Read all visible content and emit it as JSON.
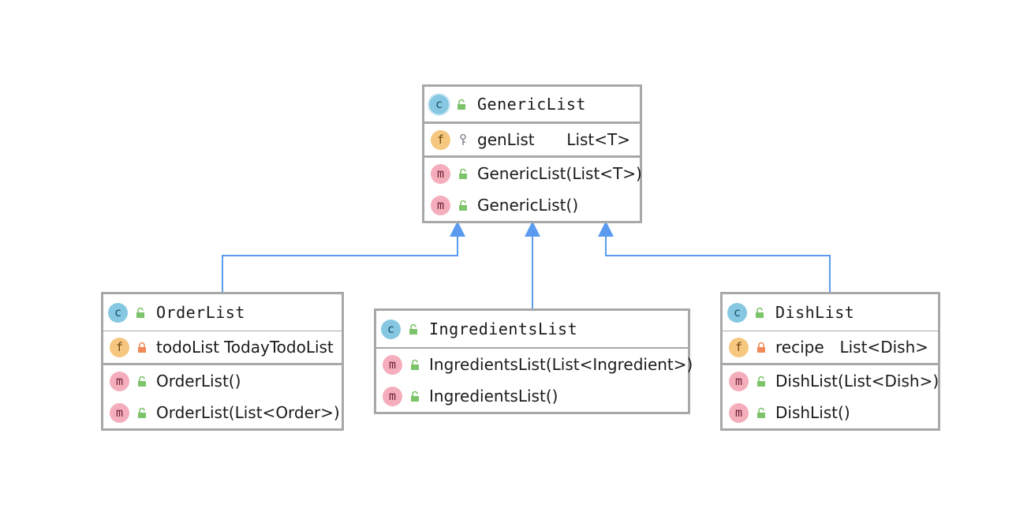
{
  "colors": {
    "edge": "#5b9bef",
    "border": "#a8a8a8",
    "class_icon": "#86c8e2",
    "field_icon": "#f6c77e",
    "method_icon": "#f4aebb",
    "public": "#7cc36a",
    "private": "#f08a5a"
  },
  "classes": {
    "generic": {
      "icon": "c",
      "visibility": "public-lock-icon",
      "name": "GenericList",
      "fields": [
        {
          "icon": "f",
          "visibility": "package-key-icon",
          "name": "genList",
          "type": "List<T>"
        }
      ],
      "methods": [
        {
          "icon": "m",
          "visibility": "public-lock-icon",
          "name": "GenericList(List<T>)"
        },
        {
          "icon": "m",
          "visibility": "public-lock-icon",
          "name": "GenericList()"
        }
      ]
    },
    "order": {
      "icon": "c",
      "visibility": "public-lock-icon",
      "name": "OrderList",
      "fields": [
        {
          "icon": "f",
          "visibility": "private-lock-icon",
          "name": "todoList",
          "type": "TodayTodoList"
        }
      ],
      "methods": [
        {
          "icon": "m",
          "visibility": "public-lock-icon",
          "name": "OrderList()"
        },
        {
          "icon": "m",
          "visibility": "public-lock-icon",
          "name": "OrderList(List<Order>)"
        }
      ]
    },
    "ingredients": {
      "icon": "c",
      "visibility": "public-lock-icon",
      "name": "IngredientsList",
      "fields": [],
      "methods": [
        {
          "icon": "m",
          "visibility": "public-lock-icon",
          "name": "IngredientsList(List<Ingredient>)"
        },
        {
          "icon": "m",
          "visibility": "public-lock-icon",
          "name": "IngredientsList()"
        }
      ]
    },
    "dish": {
      "icon": "c",
      "visibility": "public-lock-icon",
      "name": "DishList",
      "fields": [
        {
          "icon": "f",
          "visibility": "private-lock-icon",
          "name": "recipe",
          "type": "List<Dish>"
        }
      ],
      "methods": [
        {
          "icon": "m",
          "visibility": "public-lock-icon",
          "name": "DishList(List<Dish>)"
        },
        {
          "icon": "m",
          "visibility": "public-lock-icon",
          "name": "DishList()"
        }
      ]
    }
  }
}
